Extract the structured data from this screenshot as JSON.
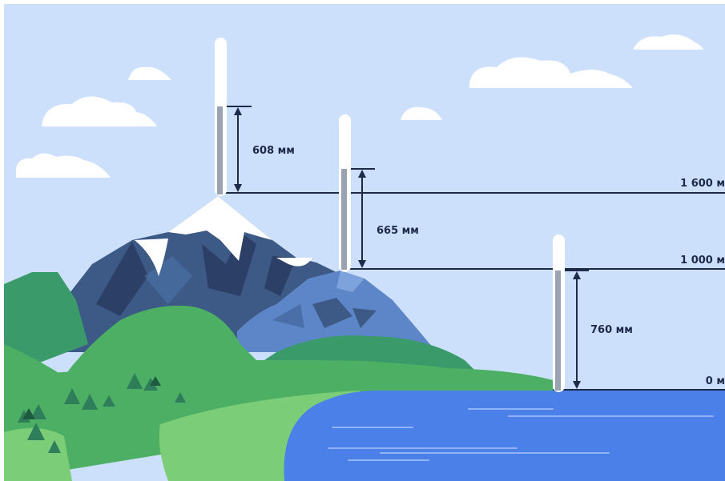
{
  "colors": {
    "sky": "#cde0fb",
    "cloud": "#ffffff",
    "line": "#1e2a4a",
    "mountain_dark": "#2c3f66",
    "mountain_mid": "#3d5a86",
    "mountain_light": "#5078b0",
    "hill_blue": "#5d86c8",
    "snow": "#ffffff",
    "grass_dark": "#3a9a6a",
    "grass_mid": "#4caf63",
    "grass_light": "#7ccd78",
    "tree": "#2e7d5b",
    "water": "#4a80e8",
    "water_wave": "#8fb3f5",
    "tube": "#ffffff",
    "mercury": "#9aa3b2"
  },
  "levels": [
    {
      "label": "1 600 м"
    },
    {
      "label": "1 000 м"
    },
    {
      "label": "0 м"
    }
  ],
  "barometers": [
    {
      "reading": "608 мм"
    },
    {
      "reading": "665 мм"
    },
    {
      "reading": "760 мм"
    }
  ]
}
